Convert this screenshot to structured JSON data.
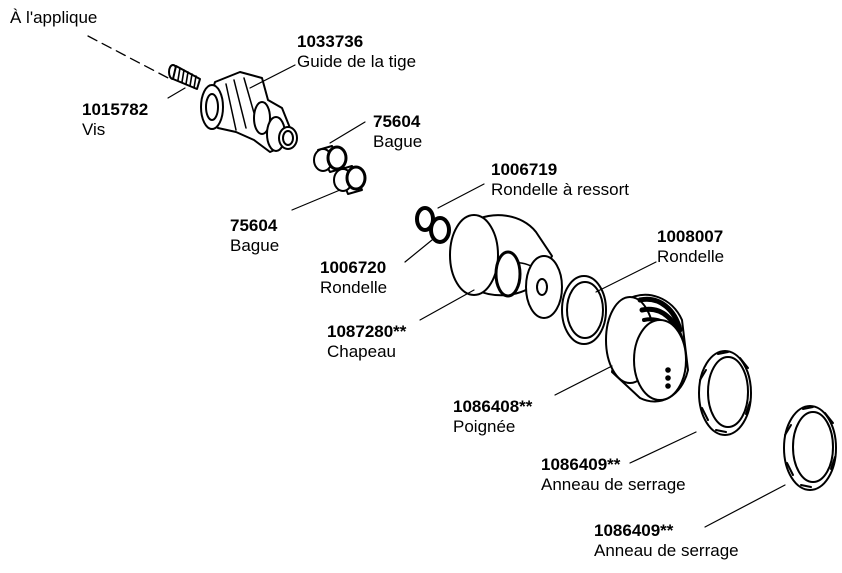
{
  "note": "À l'applique",
  "parts": [
    {
      "id": "vis",
      "number": "1015782",
      "name": "Vis"
    },
    {
      "id": "guide",
      "number": "1033736",
      "name": "Guide de la tige"
    },
    {
      "id": "bague1",
      "number": "75604",
      "name": "Bague"
    },
    {
      "id": "bague2",
      "number": "75604",
      "name": "Bague"
    },
    {
      "id": "rondelle-ressort",
      "number": "1006719",
      "name": "Rondelle à ressort"
    },
    {
      "id": "rondelle1",
      "number": "1006720",
      "name": "Rondelle"
    },
    {
      "id": "rondelle2",
      "number": "1008007",
      "name": "Rondelle"
    },
    {
      "id": "chapeau",
      "number": "1087280**",
      "name": "Chapeau"
    },
    {
      "id": "poignee",
      "number": "1086408**",
      "name": "Poignée"
    },
    {
      "id": "anneau1",
      "number": "1086409**",
      "name": "Anneau de serrage"
    },
    {
      "id": "anneau2",
      "number": "1086409**",
      "name": "Anneau de serrage"
    }
  ]
}
